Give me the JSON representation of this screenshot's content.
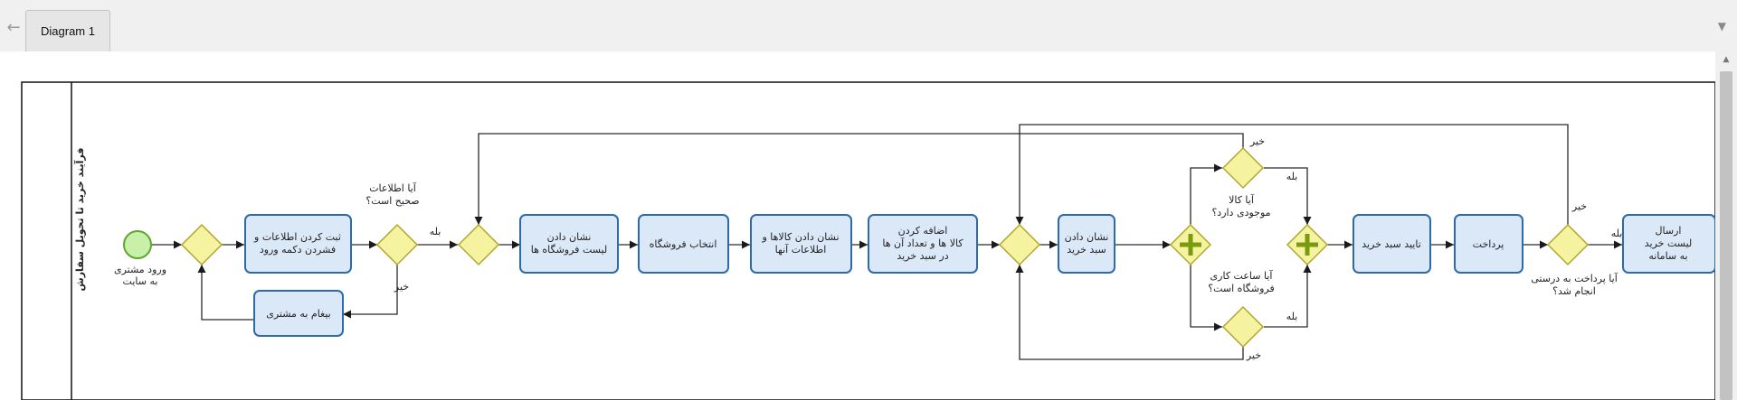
{
  "header": {
    "tab_label": "Diagram 1"
  },
  "icons": {
    "back": "arrow-left-icon",
    "menu": "chevron-down-icon"
  },
  "colors": {
    "task_fill": "#dbe8f8",
    "task_stroke": "#2c6aa8",
    "gateway_fill": "#f6f3a0",
    "gateway_stroke": "#b0a82e",
    "start_fill": "#c9f0a8",
    "start_stroke": "#5da630"
  },
  "pool": {
    "label": "فرآيند خريد تا تحويل سفارش"
  },
  "start_event": {
    "label": [
      "ورود مشتری",
      "به سايت"
    ]
  },
  "tasks": [
    {
      "lines": [
        "ثبت كردن اطلاعات و",
        "فشردن دكمه ورود"
      ]
    },
    {
      "lines": [
        "بيغام به مشتری"
      ]
    },
    {
      "lines": [
        "نشان دادن",
        "ليست فروشگاه ها"
      ]
    },
    {
      "lines": [
        "انتخاب فروشگاه"
      ]
    },
    {
      "lines": [
        "نشان دادن كالاها و",
        "اطلاعات آنها"
      ]
    },
    {
      "lines": [
        "اضافه كردن",
        "كالا ها و تعداد آن ها",
        "در سبد خريد"
      ]
    },
    {
      "lines": [
        "نشان دادن",
        "سبد خريد"
      ]
    },
    {
      "lines": [
        "تاييد سبد خريد"
      ]
    },
    {
      "lines": [
        "پرداخت"
      ]
    },
    {
      "lines": [
        "ارسال",
        "ليست خريد",
        "به سامانه"
      ]
    }
  ],
  "gateways": {
    "info_question": [
      "آيا اطلاعات",
      "صحيح است؟"
    ],
    "stock_question": [
      "آيا كالا",
      "موجودی دارد؟"
    ],
    "hours_question": [
      "آيا ساعت كاری",
      "فروشگاه است؟"
    ],
    "payment_question": [
      "آيا پرداخت به درستی",
      "انجام شد؟"
    ]
  },
  "flow_labels": {
    "yes": "بله",
    "no": "خير"
  }
}
